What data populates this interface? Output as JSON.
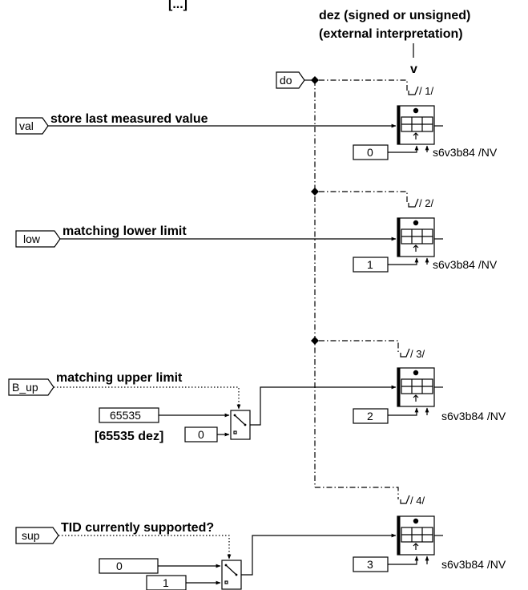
{
  "header": {
    "title_partial": "[...]",
    "annotation_line1": "dez (signed or unsigned)",
    "annotation_line2": "(external interpretation)",
    "annotation_v": "v"
  },
  "trigger": {
    "label": "do"
  },
  "inputs": {
    "val": "val",
    "low": "low",
    "b_up": "B_up",
    "sup": "sup"
  },
  "signals": {
    "val": "store last measured value",
    "low": "matching lower limit",
    "b_up": "matching upper limit",
    "sup": "TID currently supported?"
  },
  "constants": {
    "b_up_default": "65535",
    "b_up_default_note": "[65535 dez]",
    "b_up_select": "0",
    "sup_a": "0",
    "sup_b": "1"
  },
  "blocks": [
    {
      "step": "/ 1/",
      "index": "0",
      "name": "s6v3b84 /NV"
    },
    {
      "step": "/ 2/",
      "index": "1",
      "name": "s6v3b84 /NV"
    },
    {
      "step": "/ 3/",
      "index": "2",
      "name": "s6v3b84 /NV"
    },
    {
      "step": "/ 4/",
      "index": "3",
      "name": "s6v3b84 /NV"
    }
  ]
}
